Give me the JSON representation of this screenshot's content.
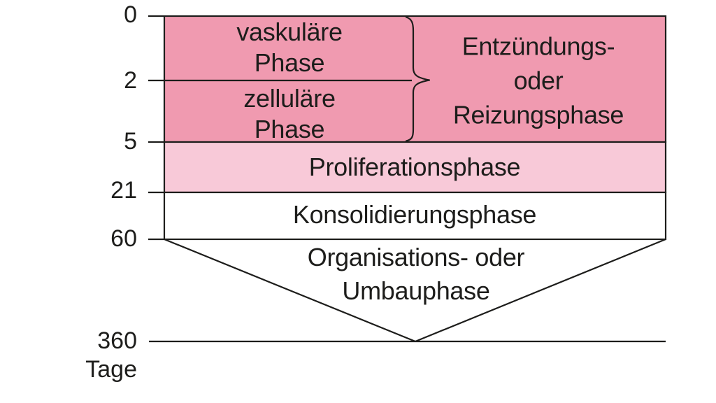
{
  "colors": {
    "inflammation_fill": "#f09ab0",
    "proliferation_fill": "#f8c9d8",
    "consolidation_fill": "#ffffff",
    "line": "#1d1d1b"
  },
  "axis": {
    "ticks": [
      "0",
      "2",
      "5",
      "21",
      "60",
      "360"
    ],
    "unit_label": "Tage"
  },
  "phases": {
    "vascular": "vaskuläre\nPhase",
    "cellular": "zelluläre\nPhase",
    "inflammation": "Entzündungs-\noder\nReizungsphase",
    "proliferation": "Proliferationsphase",
    "consolidation": "Konsolidierungsphase",
    "remodeling": "Organisations- oder\nUmbauphase"
  },
  "timeline": [
    {
      "phase": "vaskuläre Phase",
      "from_day": 0,
      "to_day": 2
    },
    {
      "phase": "zelluläre Phase",
      "from_day": 2,
      "to_day": 5
    },
    {
      "phase": "Entzündungs- oder Reizungsphase",
      "from_day": 0,
      "to_day": 5
    },
    {
      "phase": "Proliferationsphase",
      "from_day": 5,
      "to_day": 21
    },
    {
      "phase": "Konsolidierungsphase",
      "from_day": 21,
      "to_day": 60
    },
    {
      "phase": "Organisations- oder Umbauphase",
      "from_day": 60,
      "to_day": 360
    }
  ]
}
